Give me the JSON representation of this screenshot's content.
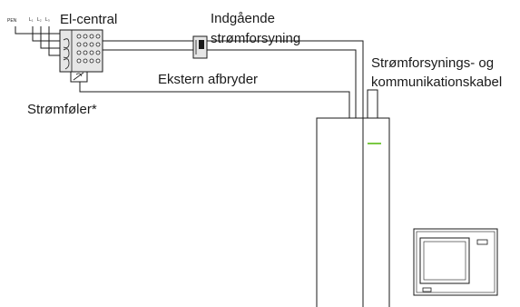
{
  "diagram": {
    "labels": {
      "pen": "PEN",
      "l1": "L₁",
      "l2": "L₂",
      "l3": "L₃",
      "el_central": "El-central",
      "incoming_line1": "Indgående",
      "incoming_line2": "strømforsyning",
      "external_switch": "Ekstern afbryder",
      "cable_line1": "Strømforsynings- og",
      "cable_line2": "kommunikationskabel",
      "current_sensor": "Strømføler*"
    },
    "colors": {
      "line": "#1a1a1a",
      "panel_fill": "#e6e6e6",
      "indicator": "#7ac943"
    },
    "icons": [
      "distribution-panel-icon",
      "switch-icon",
      "indoor-unit-icon",
      "outdoor-unit-icon",
      "current-sensor-icon"
    ]
  }
}
